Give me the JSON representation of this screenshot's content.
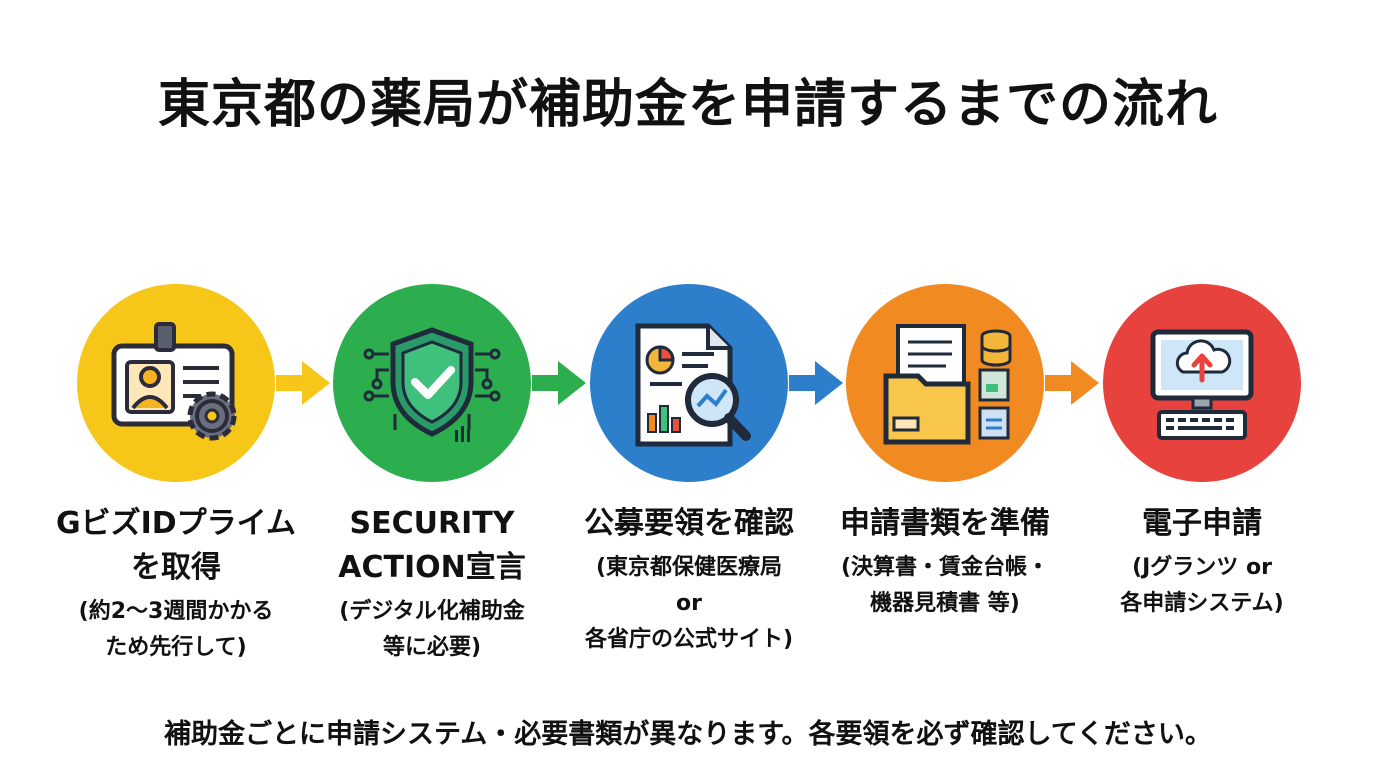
{
  "title": "東京都の薬局が補助金を申請するまでの流れ",
  "colors": {
    "step1": "#F6C618",
    "step2": "#2DAE4E",
    "step3": "#2E7FCB",
    "step4": "#F28A22",
    "step5": "#E8423F"
  },
  "steps": [
    {
      "icon": "id-card-gear-icon",
      "name": "GビズIDプライム\nを取得",
      "note": "(約2〜3週間かかる\nため先行して)"
    },
    {
      "icon": "shield-check-circuit-icon",
      "name": "SECURITY\nACTION宣言",
      "note": "(デジタル化補助金\n等に必要)"
    },
    {
      "icon": "document-magnifier-icon",
      "name": "公募要領を確認",
      "note": "(東京都保健医療局\nor\n各省庁の公式サイト)"
    },
    {
      "icon": "folder-documents-icon",
      "name": "申請書類を準備",
      "note": "(決算書・賃金台帳・\n機器見積書 等)"
    },
    {
      "icon": "computer-cloud-upload-icon",
      "name": "電子申請",
      "note": "(Jグランツ or\n各申請システム)"
    }
  ],
  "footer": "補助金ごとに申請システム・必要書類が異なります。各要領を必ず確認してください。"
}
